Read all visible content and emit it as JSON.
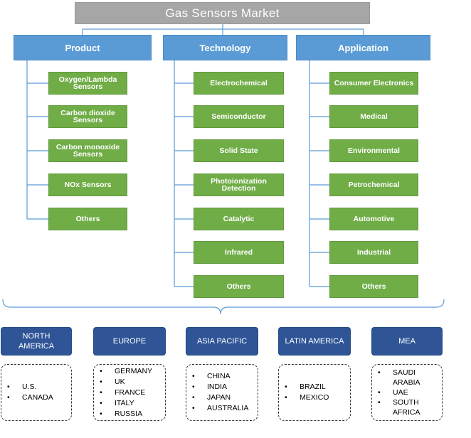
{
  "title": "Gas Sensors Market",
  "categories": [
    {
      "label": "Product",
      "items": [
        "Oxygen/Lambda Sensors",
        "Carbon dioxide Sensors",
        "Carbon monoxide Sensors",
        "NOx Sensors",
        "Others"
      ]
    },
    {
      "label": "Technology",
      "items": [
        "Electrochemical",
        "Semiconductor",
        "Solid State",
        "Photoionization Detection",
        "Catalytic",
        "Infrared",
        "Others"
      ]
    },
    {
      "label": "Application",
      "items": [
        "Consumer Electronics",
        "Medical",
        "Environmental",
        "Petrochemical",
        "Automotive",
        "Industrial",
        "Others"
      ]
    }
  ],
  "regions": [
    {
      "label": "NORTH AMERICA",
      "countries": [
        "U.S.",
        "CANADA"
      ]
    },
    {
      "label": "EUROPE",
      "countries": [
        "GERMANY",
        "UK",
        "FRANCE",
        "ITALY",
        "RUSSIA"
      ]
    },
    {
      "label": "ASIA PACIFIC",
      "countries": [
        "CHINA",
        "INDIA",
        "JAPAN",
        "AUSTRALIA"
      ]
    },
    {
      "label": "LATIN AMERICA",
      "countries": [
        "BRAZIL",
        "MEXICO"
      ]
    },
    {
      "label": "MEA",
      "countries": [
        "SAUDI ARABIA",
        "UAE",
        "SOUTH AFRICA"
      ]
    }
  ],
  "colors": {
    "title_bg": "#a6a6a6",
    "category_bg": "#5b9bd5",
    "leaf_bg": "#70ad47",
    "region_bg": "#2f5597",
    "connector": "#5b9bd5"
  }
}
